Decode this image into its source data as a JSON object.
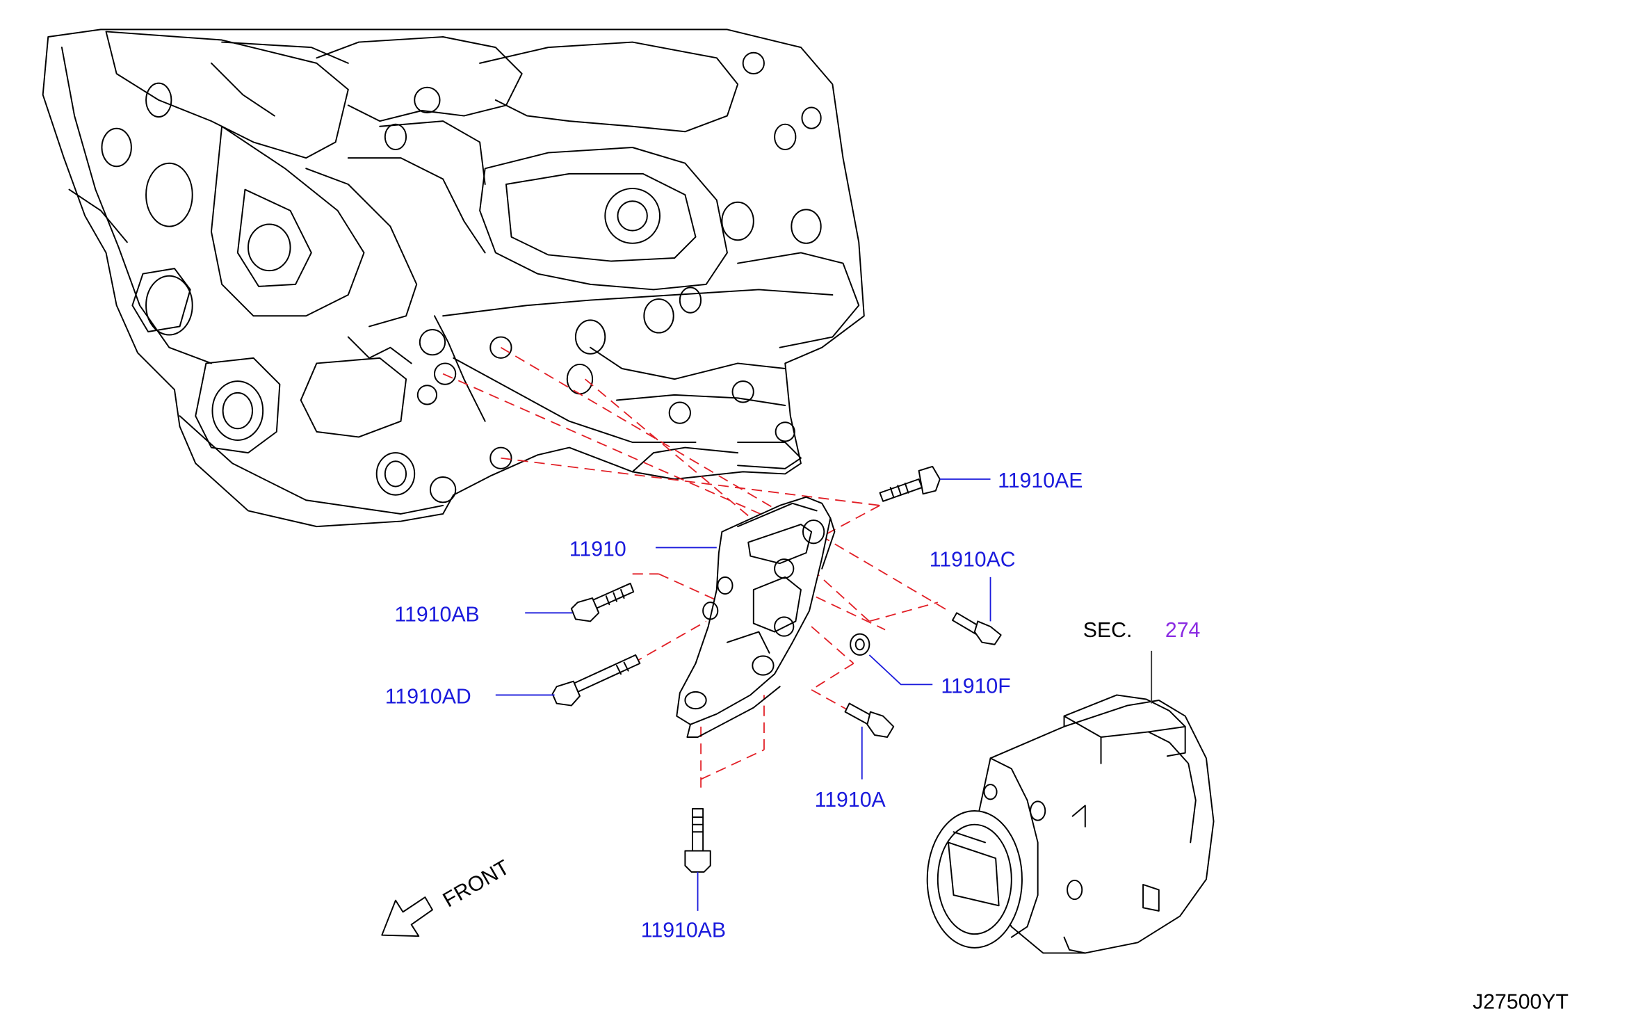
{
  "labels": {
    "bracket": "11910",
    "bolt_ae": "11910AE",
    "bolt_ac": "11910AC",
    "bolt_ab_upper": "11910AB",
    "bolt_ad": "11910AD",
    "washer_f": "11910F",
    "bolt_a": "11910A",
    "bolt_ab_lower": "11910AB",
    "sec_prefix": "SEC.",
    "sec_number": "274",
    "front": "FRONT",
    "diagram_code": "J27500YT"
  },
  "colors": {
    "part_link": "#1a1adc",
    "section_link": "#8a2be2",
    "assembly_dash": "#e21f26",
    "line_art": "#000000"
  },
  "icons": {
    "front_arrow": "front-arrow-icon"
  }
}
